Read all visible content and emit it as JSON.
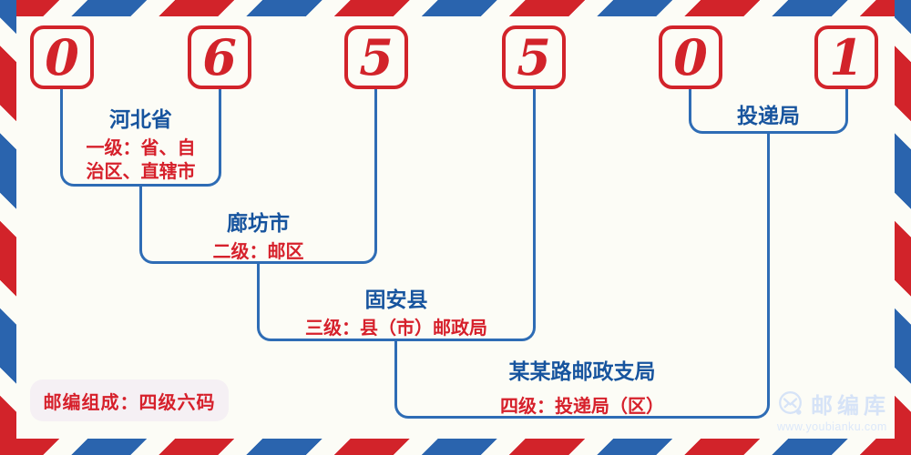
{
  "postal_code": {
    "digits": [
      "0",
      "6",
      "5",
      "5",
      "0",
      "1"
    ]
  },
  "levels": [
    {
      "name": "河北省",
      "description": "一级：省、自治区、直辖市"
    },
    {
      "name": "廊坊市",
      "description": "二级：邮区"
    },
    {
      "name": "固安县",
      "description": "三级：县（市）邮政局"
    },
    {
      "name": "某某路邮政支局",
      "description": "四级：投递局（区）"
    },
    {
      "name": "投递局",
      "description": ""
    }
  ],
  "footer": {
    "composition_label": "邮编组成：四级六码"
  },
  "watermark": {
    "site_name": "邮编库",
    "site_url": "www.youbianku.com",
    "icon": "envelope-magnifier-icon"
  },
  "colors": {
    "postal_red": "#d2232a",
    "stripe_blue": "#2a64ae",
    "line_blue": "#2e6cb5",
    "name_blue": "#17549e",
    "text_red": "#d6202b",
    "background": "#fcfcf6",
    "pill_bg": "#f5f0f4",
    "watermark_blue": "#d6e3f7"
  }
}
